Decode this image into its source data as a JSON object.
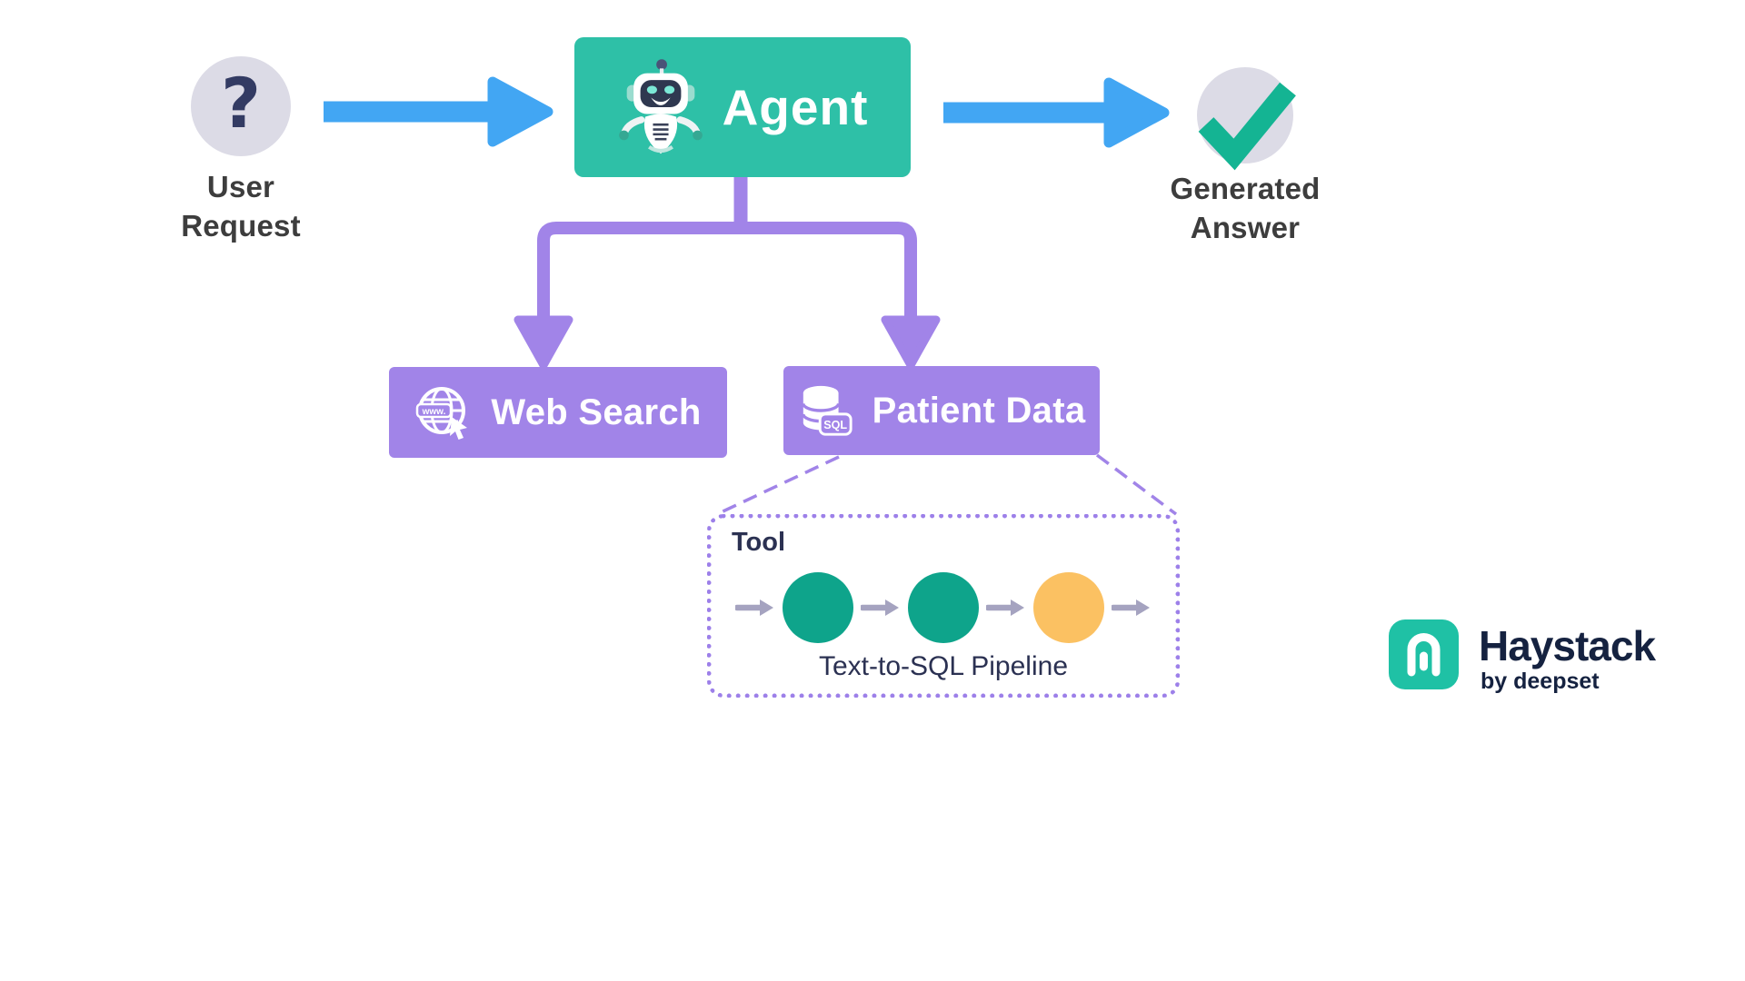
{
  "nodes": {
    "user_request": {
      "icon": "question-mark-icon",
      "glyph": "?",
      "label": [
        "User",
        "Request"
      ]
    },
    "agent": {
      "icon": "robot-icon",
      "label": "Agent"
    },
    "generated_answer": {
      "icon": "checkmark-icon",
      "label": [
        "Generated",
        "Answer"
      ]
    },
    "web_search": {
      "icon": "globe-www-icon",
      "icon_text": "www.",
      "label": "Web Search"
    },
    "patient_data": {
      "icon": "database-sql-icon",
      "icon_text": "SQL",
      "label": "Patient Data"
    },
    "tool": {
      "title": "Tool",
      "pipeline_label": "Text-to-SQL Pipeline",
      "node_colors": [
        "#0ea48b",
        "#0ea48b",
        "#fbc162"
      ]
    }
  },
  "branding": {
    "name": "Haystack",
    "tagline": "by deepset"
  },
  "colors": {
    "accent_blue": "#42a6f3",
    "teal": "#2ec0a7",
    "purple": "#a184e8",
    "lavender": "#dcdbe6",
    "navy": "#333b63",
    "text_dark": "#3d3d3d",
    "check_teal": "#14b493",
    "node_teal": "#0ea48b",
    "node_yellow": "#fbc162",
    "pipeline_arrow": "#a5a3c0",
    "dashed_purple": "#9d80e9",
    "navy_text": "#2b3152",
    "haystack_teal": "#1fc1a5",
    "haystack_navy": "#152240"
  }
}
